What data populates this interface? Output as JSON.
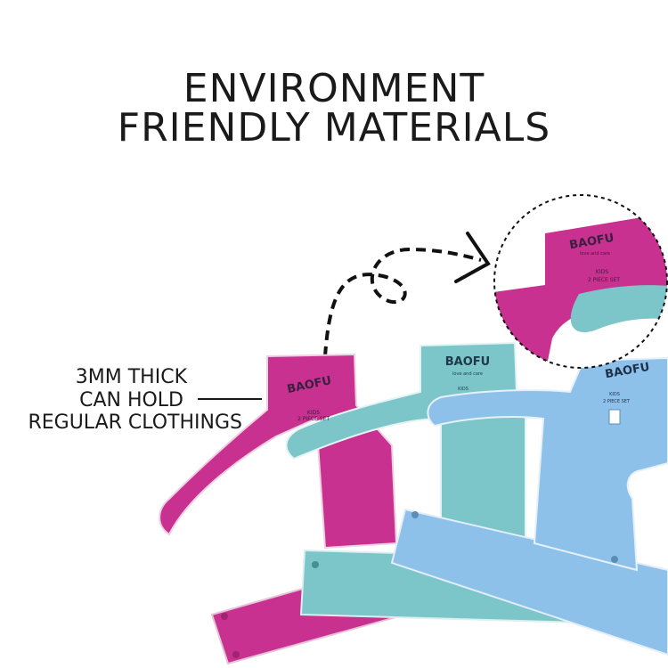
{
  "headline": {
    "line1": "ENVIRONMENT",
    "line2": "FRIENDLY MATERIALS"
  },
  "callout": {
    "line1": "3MM THICK",
    "line2": "CAN HOLD",
    "line3": "REGULAR CLOTHINGS"
  },
  "hanger_tag": {
    "brand": "BAOFU",
    "tagline": "love and care",
    "line1": "KIDS",
    "line2": "2 PIECE SET"
  },
  "colors": {
    "pink": "#c8318f",
    "teal": "#7cc5c8",
    "blue": "#8ec1ea",
    "text": "#1a1a1a"
  }
}
